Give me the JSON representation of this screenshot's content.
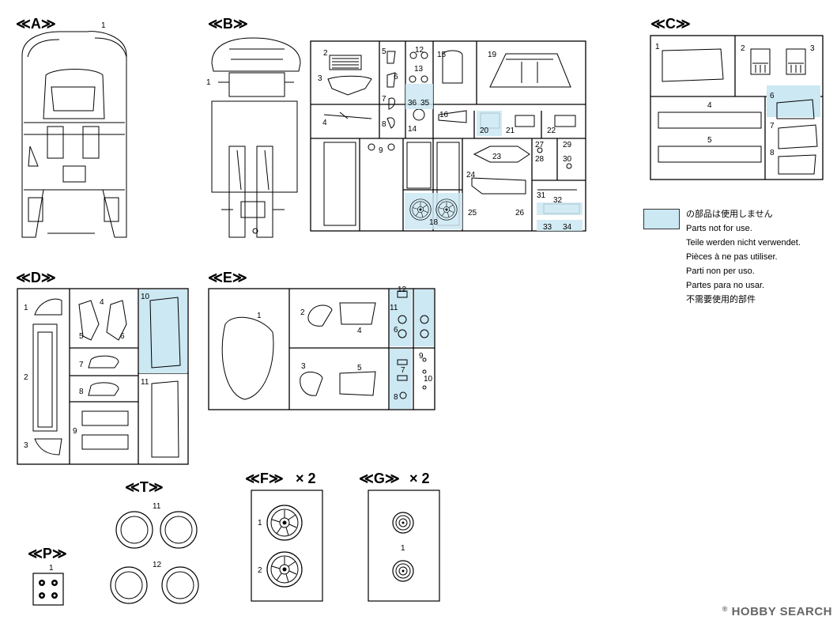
{
  "sections": {
    "A": {
      "label": "≪A≫",
      "parts": [
        "1"
      ]
    },
    "B": {
      "label": "≪B≫",
      "parts": [
        "1",
        "2",
        "3",
        "4",
        "5",
        "6",
        "7",
        "8",
        "9",
        "12",
        "13",
        "14",
        "15",
        "16",
        "18",
        "19",
        "20",
        "21",
        "22",
        "23",
        "24",
        "25",
        "26",
        "27",
        "28",
        "29",
        "30",
        "31",
        "32",
        "33",
        "34",
        "35",
        "36"
      ]
    },
    "C": {
      "label": "≪C≫",
      "parts": [
        "1",
        "2",
        "3",
        "4",
        "5",
        "6",
        "7",
        "8"
      ]
    },
    "D": {
      "label": "≪D≫",
      "parts": [
        "1",
        "2",
        "3",
        "4",
        "5",
        "6",
        "7",
        "8",
        "9",
        "10",
        "11"
      ]
    },
    "E": {
      "label": "≪E≫",
      "parts": [
        "1",
        "2",
        "3",
        "4",
        "5",
        "6",
        "7",
        "8",
        "9",
        "10",
        "11",
        "12"
      ]
    },
    "T": {
      "label": "≪T≫",
      "parts": [
        "11",
        "12"
      ]
    },
    "P": {
      "label": "≪P≫",
      "parts": [
        "1"
      ]
    },
    "F": {
      "label": "≪F≫",
      "qty": "× 2",
      "parts": [
        "1",
        "2"
      ]
    },
    "G": {
      "label": "≪G≫",
      "qty": "× 2",
      "parts": [
        "1"
      ]
    }
  },
  "legend": {
    "swatch_color": "#cce8f3",
    "lines": [
      "の部品は使用しません",
      "Parts not for use.",
      "Teile werden nicht verwendet.",
      "Pièces à ne pas utiliser.",
      "Parti non per uso.",
      "Partes para no usar.",
      "不需要使用的部件"
    ]
  },
  "watermark": {
    "text": "HOBBY SEARCH",
    "mark": "®"
  }
}
